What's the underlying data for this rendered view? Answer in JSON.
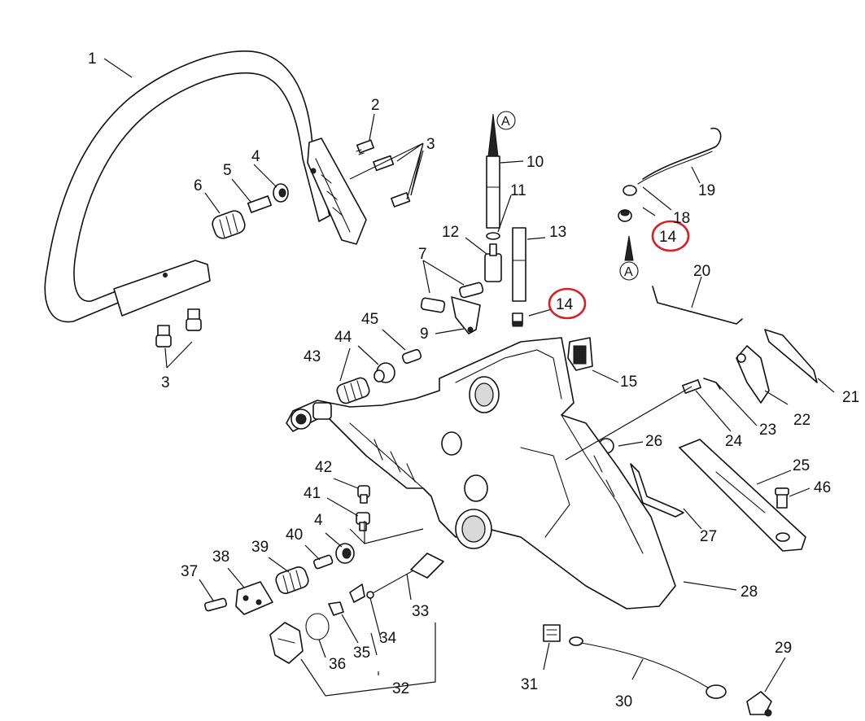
{
  "diagram": {
    "labels": [
      {
        "id": "lbl-1",
        "text": "1"
      },
      {
        "id": "lbl-2",
        "text": "2"
      },
      {
        "id": "lbl-3a",
        "text": "3"
      },
      {
        "id": "lbl-3b",
        "text": "3"
      },
      {
        "id": "lbl-4a",
        "text": "4"
      },
      {
        "id": "lbl-4b",
        "text": "4"
      },
      {
        "id": "lbl-5",
        "text": "5"
      },
      {
        "id": "lbl-6",
        "text": "6"
      },
      {
        "id": "lbl-7",
        "text": "7"
      },
      {
        "id": "lbl-9",
        "text": "9"
      },
      {
        "id": "lbl-10",
        "text": "10"
      },
      {
        "id": "lbl-11",
        "text": "11"
      },
      {
        "id": "lbl-12",
        "text": "12"
      },
      {
        "id": "lbl-13",
        "text": "13"
      },
      {
        "id": "lbl-14a",
        "text": "14"
      },
      {
        "id": "lbl-14b",
        "text": "14"
      },
      {
        "id": "lbl-15",
        "text": "15"
      },
      {
        "id": "lbl-18",
        "text": "18"
      },
      {
        "id": "lbl-19",
        "text": "19"
      },
      {
        "id": "lbl-20",
        "text": "20"
      },
      {
        "id": "lbl-21",
        "text": "21"
      },
      {
        "id": "lbl-22",
        "text": "22"
      },
      {
        "id": "lbl-23",
        "text": "23"
      },
      {
        "id": "lbl-24",
        "text": "24"
      },
      {
        "id": "lbl-25",
        "text": "25"
      },
      {
        "id": "lbl-26",
        "text": "26"
      },
      {
        "id": "lbl-27",
        "text": "27"
      },
      {
        "id": "lbl-28",
        "text": "28"
      },
      {
        "id": "lbl-29",
        "text": "29"
      },
      {
        "id": "lbl-30",
        "text": "30"
      },
      {
        "id": "lbl-31",
        "text": "31"
      },
      {
        "id": "lbl-32",
        "text": "32"
      },
      {
        "id": "lbl-33",
        "text": "33"
      },
      {
        "id": "lbl-34",
        "text": "34"
      },
      {
        "id": "lbl-35",
        "text": "35"
      },
      {
        "id": "lbl-36",
        "text": "36"
      },
      {
        "id": "lbl-37",
        "text": "37"
      },
      {
        "id": "lbl-38",
        "text": "38"
      },
      {
        "id": "lbl-39",
        "text": "39"
      },
      {
        "id": "lbl-40",
        "text": "40"
      },
      {
        "id": "lbl-41",
        "text": "41"
      },
      {
        "id": "lbl-42",
        "text": "42"
      },
      {
        "id": "lbl-43",
        "text": "43"
      },
      {
        "id": "lbl-44",
        "text": "44"
      },
      {
        "id": "lbl-45",
        "text": "45"
      },
      {
        "id": "lbl-46",
        "text": "46"
      }
    ],
    "reference_marker": "A",
    "highlight_color": "#d81f26",
    "line_color": "#111111"
  }
}
